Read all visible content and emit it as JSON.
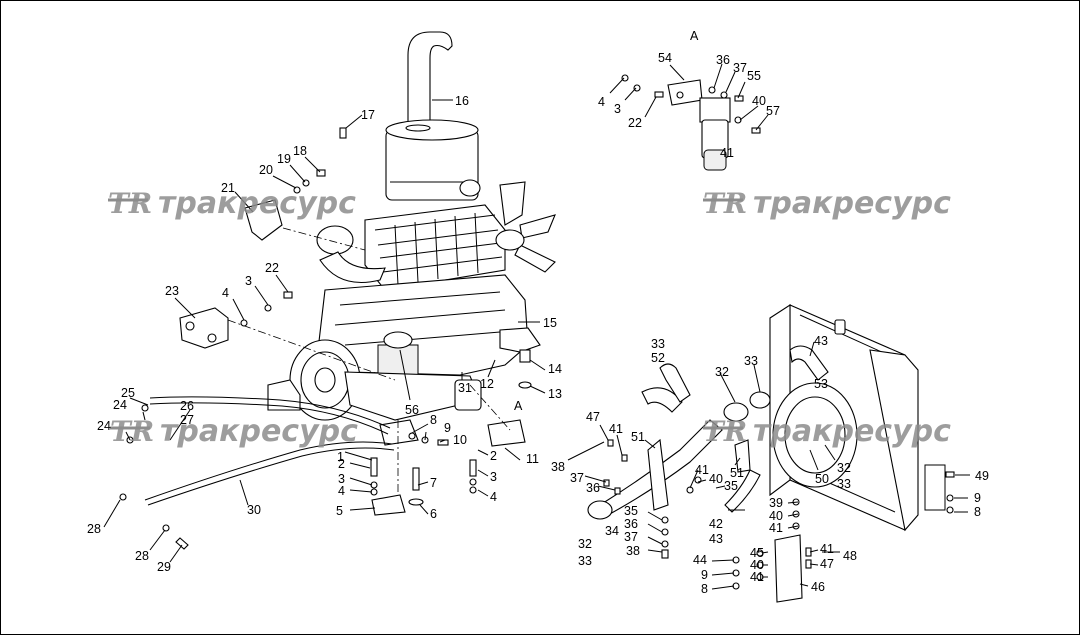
{
  "diagram": {
    "view_label": "A",
    "watermark": "трaкресурс",
    "watermark_logo": "TR",
    "callouts": [
      {
        "id": "c16",
        "text": "16"
      },
      {
        "id": "c17",
        "text": "17"
      },
      {
        "id": "c18",
        "text": "18"
      },
      {
        "id": "c19",
        "text": "19"
      },
      {
        "id": "c20",
        "text": "20"
      },
      {
        "id": "c21",
        "text": "21"
      },
      {
        "id": "c22a",
        "text": "22"
      },
      {
        "id": "c3a",
        "text": "3"
      },
      {
        "id": "c4a",
        "text": "4"
      },
      {
        "id": "c23",
        "text": "23"
      },
      {
        "id": "c15",
        "text": "15"
      },
      {
        "id": "c14",
        "text": "14"
      },
      {
        "id": "c13",
        "text": "13"
      },
      {
        "id": "c12",
        "text": "12"
      },
      {
        "id": "c31",
        "text": "31"
      },
      {
        "id": "c56",
        "text": "56"
      },
      {
        "id": "cA2",
        "text": "A"
      },
      {
        "id": "c25",
        "text": "25"
      },
      {
        "id": "c24a",
        "text": "24"
      },
      {
        "id": "c26",
        "text": "26"
      },
      {
        "id": "c27",
        "text": "27"
      },
      {
        "id": "c24b",
        "text": "24"
      },
      {
        "id": "c8a",
        "text": "8"
      },
      {
        "id": "c9a",
        "text": "9"
      },
      {
        "id": "c10",
        "text": "10"
      },
      {
        "id": "c1",
        "text": "1"
      },
      {
        "id": "c2a",
        "text": "2"
      },
      {
        "id": "c3b",
        "text": "3"
      },
      {
        "id": "c4b",
        "text": "4"
      },
      {
        "id": "c5",
        "text": "5"
      },
      {
        "id": "c7",
        "text": "7"
      },
      {
        "id": "c6",
        "text": "6"
      },
      {
        "id": "c2b",
        "text": "2"
      },
      {
        "id": "c11",
        "text": "11"
      },
      {
        "id": "c3c",
        "text": "3"
      },
      {
        "id": "c4c",
        "text": "4"
      },
      {
        "id": "c30",
        "text": "30"
      },
      {
        "id": "c28a",
        "text": "28"
      },
      {
        "id": "c28b",
        "text": "28"
      },
      {
        "id": "c29",
        "text": "29"
      },
      {
        "id": "c54",
        "text": "54"
      },
      {
        "id": "c36a",
        "text": "36"
      },
      {
        "id": "c37a",
        "text": "37"
      },
      {
        "id": "c55",
        "text": "55"
      },
      {
        "id": "c4d",
        "text": "4"
      },
      {
        "id": "c3d",
        "text": "3"
      },
      {
        "id": "c22b",
        "text": "22"
      },
      {
        "id": "c40a",
        "text": "40"
      },
      {
        "id": "c57",
        "text": "57"
      },
      {
        "id": "c41a",
        "text": "41"
      },
      {
        "id": "c33a",
        "text": "33"
      },
      {
        "id": "c52",
        "text": "52"
      },
      {
        "id": "c33b",
        "text": "33"
      },
      {
        "id": "c32a",
        "text": "32"
      },
      {
        "id": "c43a",
        "text": "43"
      },
      {
        "id": "c53",
        "text": "53"
      },
      {
        "id": "c47a",
        "text": "47"
      },
      {
        "id": "c41b",
        "text": "41"
      },
      {
        "id": "c51a",
        "text": "51"
      },
      {
        "id": "c38a",
        "text": "38"
      },
      {
        "id": "c37b",
        "text": "37"
      },
      {
        "id": "c36b",
        "text": "36"
      },
      {
        "id": "c41c",
        "text": "41"
      },
      {
        "id": "c40b",
        "text": "40"
      },
      {
        "id": "c35a",
        "text": "35"
      },
      {
        "id": "c51b",
        "text": "51"
      },
      {
        "id": "c50",
        "text": "50"
      },
      {
        "id": "c32b",
        "text": "32"
      },
      {
        "id": "c33c",
        "text": "33"
      },
      {
        "id": "c49",
        "text": "49"
      },
      {
        "id": "c9b",
        "text": "9"
      },
      {
        "id": "c8b",
        "text": "8"
      },
      {
        "id": "c35b",
        "text": "35"
      },
      {
        "id": "c36c",
        "text": "36"
      },
      {
        "id": "c37c",
        "text": "37"
      },
      {
        "id": "c34",
        "text": "34"
      },
      {
        "id": "c38b",
        "text": "38"
      },
      {
        "id": "c32c",
        "text": "32"
      },
      {
        "id": "c33d",
        "text": "33"
      },
      {
        "id": "c42",
        "text": "42"
      },
      {
        "id": "c43b",
        "text": "43"
      },
      {
        "id": "c39",
        "text": "39"
      },
      {
        "id": "c40c",
        "text": "40"
      },
      {
        "id": "c41d",
        "text": "41"
      },
      {
        "id": "c48",
        "text": "48"
      },
      {
        "id": "c44",
        "text": "44"
      },
      {
        "id": "c9c",
        "text": "9"
      },
      {
        "id": "c8c",
        "text": "8"
      },
      {
        "id": "c45",
        "text": "45"
      },
      {
        "id": "c40d",
        "text": "40"
      },
      {
        "id": "c41e",
        "text": "41"
      },
      {
        "id": "c41f",
        "text": "41"
      },
      {
        "id": "c47b",
        "text": "47"
      },
      {
        "id": "c46",
        "text": "46"
      }
    ]
  }
}
